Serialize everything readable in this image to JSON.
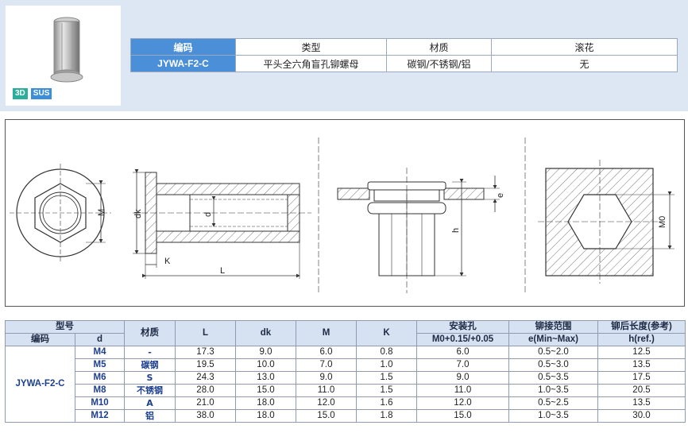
{
  "header": {
    "badges": [
      "3D",
      "SUS"
    ],
    "info_table": {
      "headers": [
        "编码",
        "类型",
        "材质",
        "滚花"
      ],
      "row": [
        "JYWA-F2-C",
        "平头全六角盲孔铆螺母",
        "碳钢/不锈钢/铝",
        "无"
      ]
    }
  },
  "drawing": {
    "labels": {
      "M": "M",
      "dk": "dk",
      "d": "d",
      "K": "K",
      "L": "L",
      "e": "e",
      "h": "h",
      "M0": "M0"
    }
  },
  "spec": {
    "group_header": "型号",
    "code_header": "编码",
    "d_header": "d",
    "material_header": "材质",
    "L_header": "L",
    "dk_header": "dk",
    "M_header": "M",
    "K_header": "K",
    "hole_header": "安装孔",
    "hole_sub": "M0+0.15/+0.05",
    "range_header": "铆接范围",
    "range_sub": "e(Min~Max)",
    "length_header": "铆后长度(参考)",
    "length_sub": "h(ref.)",
    "code": "JYWA-F2-C",
    "materials": [
      "-",
      "碳钢",
      "S",
      "不锈钢",
      "A",
      "铝"
    ],
    "rows": [
      {
        "d": "M4",
        "L": "17.3",
        "dk": "9.0",
        "M": "6.0",
        "K": "0.8",
        "hole": "6.0",
        "range": "0.5~2.0",
        "h": "12.5"
      },
      {
        "d": "M5",
        "L": "19.5",
        "dk": "10.0",
        "M": "7.0",
        "K": "1.0",
        "hole": "7.0",
        "range": "0.5~3.0",
        "h": "13.5"
      },
      {
        "d": "M6",
        "L": "24.3",
        "dk": "13.0",
        "M": "9.0",
        "K": "1.5",
        "hole": "9.0",
        "range": "0.5~3.5",
        "h": "17.5"
      },
      {
        "d": "M8",
        "L": "28.0",
        "dk": "15.0",
        "M": "11.0",
        "K": "1.5",
        "hole": "11.0",
        "range": "1.0~3.5",
        "h": "20.5"
      },
      {
        "d": "M10",
        "L": "21.0",
        "dk": "18.0",
        "M": "12.0",
        "K": "1.6",
        "hole": "12.0",
        "range": "0.5~2.5",
        "h": "13.5"
      },
      {
        "d": "M12",
        "L": "38.0",
        "dk": "18.0",
        "M": "15.0",
        "K": "1.8",
        "hole": "15.0",
        "range": "1.0~3.5",
        "h": "30.0"
      }
    ]
  }
}
